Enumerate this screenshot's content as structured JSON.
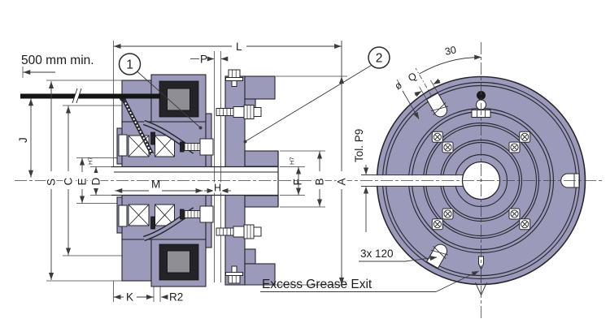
{
  "drawing": {
    "note_cable": "500 mm min.",
    "balloons": {
      "one": "1",
      "two": "2"
    },
    "dimensions": {
      "L": "L",
      "P": "P",
      "M": "M",
      "H": "H",
      "K": "K",
      "R2": "R2",
      "J": "J",
      "S": "S",
      "C": "C",
      "E": "E",
      "D": "D",
      "F": "F",
      "B": "B",
      "A": "A",
      "Q": "Q",
      "fit_d": "H7",
      "fit_f": "H7",
      "keyway_tolerance": "Tol. P9",
      "slot_angle": "30",
      "diameter_symbol": "ø",
      "slot_pattern": "3x 120"
    },
    "annotations": {
      "excess_grease_exit": "Excess Grease Exit"
    },
    "colors": {
      "body_fill": "#9b9aba",
      "outline": "#26262e",
      "background": "#ffffff"
    }
  }
}
